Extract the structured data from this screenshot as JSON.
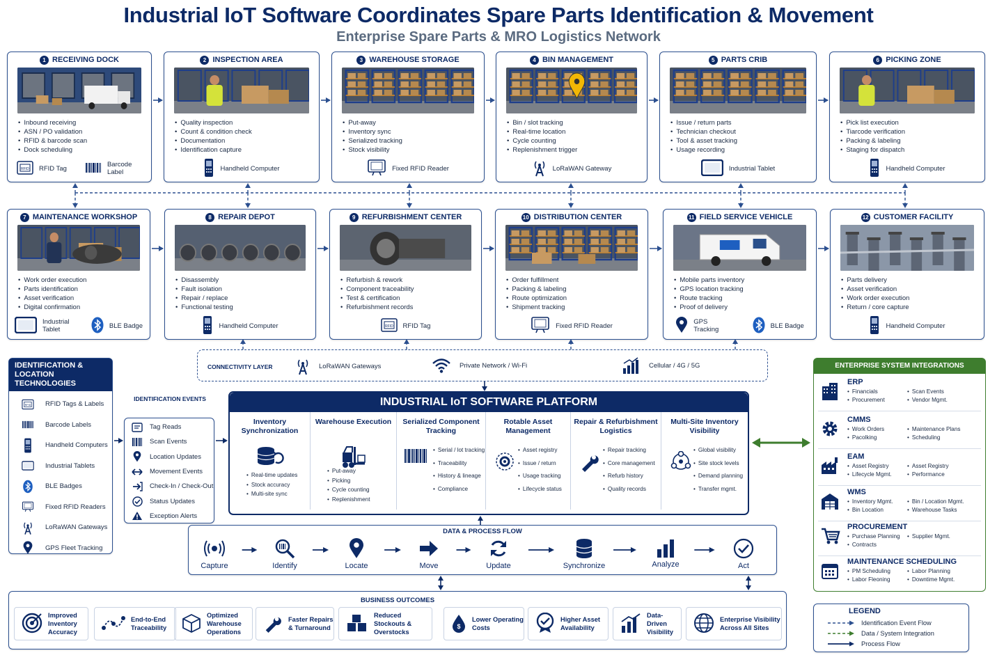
{
  "title": "Industrial IoT Software Coordinates Spare Parts Identification & Movement",
  "subtitle": "Enterprise Spare Parts & MRO Logistics Network",
  "stages_row1": [
    {
      "num": "1",
      "name": "RECEIVING DOCK",
      "bullets": [
        "Inbound receiving",
        "ASN / PO validation",
        "RFID & barcode scan",
        "Dock scheduling"
      ],
      "devices": [
        {
          "icon": "rfid-tag-icon",
          "label": "RFID Tag"
        },
        {
          "icon": "barcode-icon",
          "label": "Barcode Label"
        }
      ]
    },
    {
      "num": "2",
      "name": "INSPECTION AREA",
      "bullets": [
        "Quality inspection",
        "Count & condition check",
        "Documentation",
        "Identification capture"
      ],
      "devices": [
        {
          "icon": "handheld-computer-icon",
          "label": "Handheld Computer"
        }
      ]
    },
    {
      "num": "3",
      "name": "WAREHOUSE STORAGE",
      "bullets": [
        "Put-away",
        "Inventory sync",
        "Serialized tracking",
        "Stock visibility"
      ],
      "devices": [
        {
          "icon": "fixed-rfid-reader-icon",
          "label": "Fixed RFID Reader"
        }
      ]
    },
    {
      "num": "4",
      "name": "BIN MANAGEMENT",
      "bullets": [
        "Bin / slot tracking",
        "Real-time location",
        "Cycle counting",
        "Replenishment trigger"
      ],
      "devices": [
        {
          "icon": "lorawan-gateway-icon",
          "label": "LoRaWAN Gateway"
        }
      ]
    },
    {
      "num": "5",
      "name": "PARTS CRIB",
      "bullets": [
        "Issue / return parts",
        "Technician checkout",
        "Tool & asset tracking",
        "Usage recording"
      ],
      "devices": [
        {
          "icon": "industrial-tablet-icon",
          "label": "Industrial Tablet"
        }
      ]
    },
    {
      "num": "6",
      "name": "PICKING ZONE",
      "bullets": [
        "Pick list execution",
        "Tiarcode verification",
        "Packing & labeling",
        "Staging for dispatch"
      ],
      "devices": [
        {
          "icon": "handheld-computer-icon",
          "label": "Handheld Computer"
        }
      ]
    }
  ],
  "stages_row2": [
    {
      "num": "7",
      "name": "MAINTENANCE WORKSHOP",
      "bullets": [
        "Work order execution",
        "Parts identification",
        "Asset verification",
        "Digital confirmation"
      ],
      "devices": [
        {
          "icon": "industrial-tablet-icon",
          "label": "Industrial Tablet"
        },
        {
          "icon": "bluetooth-icon",
          "label": "BLE Badge"
        }
      ]
    },
    {
      "num": "8",
      "name": "REPAIR DEPOT",
      "bullets": [
        "Disassembly",
        "Fault isolation",
        "Repair / replace",
        "Functional testing"
      ],
      "devices": [
        {
          "icon": "handheld-computer-icon",
          "label": "Handheld Computer"
        }
      ]
    },
    {
      "num": "9",
      "name": "REFURBISHMENT CENTER",
      "bullets": [
        "Refurbish & rework",
        "Component traceability",
        "Test & certification",
        "Refurbishment records"
      ],
      "devices": [
        {
          "icon": "rfid-tag-icon",
          "label": "RFID Tag"
        }
      ]
    },
    {
      "num": "10",
      "name": "DISTRIBUTION CENTER",
      "bullets": [
        "Order fulfillment",
        "Packing & labeling",
        "Route optimization",
        "Shipment tracking"
      ],
      "devices": [
        {
          "icon": "fixed-rfid-reader-icon",
          "label": "Fixed RFID Reader"
        }
      ]
    },
    {
      "num": "11",
      "name": "FIELD SERVICE VEHICLE",
      "bullets": [
        "Mobile parts inventory",
        "GPS location tracking",
        "Route tracking",
        "Proof of delivery"
      ],
      "devices": [
        {
          "icon": "gps-pin-icon",
          "label": "GPS Tracking"
        },
        {
          "icon": "bluetooth-icon",
          "label": "BLE Badge"
        }
      ]
    },
    {
      "num": "12",
      "name": "CUSTOMER FACILITY",
      "bullets": [
        "Parts delivery",
        "Asset verification",
        "Work order execution",
        "Return / core capture"
      ],
      "devices": [
        {
          "icon": "handheld-computer-icon",
          "label": "Handheld Computer"
        }
      ]
    }
  ],
  "tech_panel": {
    "title": "IDENTIFICATION & LOCATION TECHNOLOGIES",
    "items": [
      "RFID Tags & Labels",
      "Barcode Labels",
      "Handheld Computers",
      "Industrial Tablets",
      "BLE Badges",
      "Fixed RFID Readers",
      "LoRaWAN Gateways",
      "GPS Fleet Tracking"
    ]
  },
  "events_panel": {
    "title": "IDENTIFICATION EVENTS",
    "items": [
      "Tag Reads",
      "Scan Events",
      "Location Updates",
      "Movement Events",
      "Check-In / Check-Out",
      "Status Updates",
      "Exception Alerts"
    ]
  },
  "connectivity": {
    "label": "CONNECTIVITY LAYER",
    "items": [
      "LoRaWAN Gateways",
      "Private Network / Wi-Fi",
      "Cellular / 4G / 5G"
    ]
  },
  "platform": {
    "title": "INDUSTRIAL IoT SOFTWARE PLATFORM",
    "modules": [
      {
        "title": "Inventory Synchronization",
        "items": [
          "Real-time updates",
          "Stock accuracy",
          "Multi-site sync"
        ]
      },
      {
        "title": "Warehouse Execution",
        "items": [
          "Put-away",
          "Picking",
          "Cycle counting",
          "Replenishment"
        ]
      },
      {
        "title": "Serialized Component Tracking",
        "items": [
          "Serial / lot tracking",
          "Traceability",
          "History & lineage",
          "Compliance"
        ]
      },
      {
        "title": "Rotable Asset Management",
        "items": [
          "Asset registry",
          "Issue / return",
          "Usage tracking",
          "Lifecycle status"
        ]
      },
      {
        "title": "Repair & Refurbishment Logistics",
        "items": [
          "Repair tracking",
          "Core management",
          "Refurb history",
          "Quality records"
        ]
      },
      {
        "title": "Multi-Site Inventory Visibility",
        "items": [
          "Global visibility",
          "Site stock levels",
          "Demand planning",
          "Transfer mgmt."
        ]
      }
    ]
  },
  "flow": {
    "title": "DATA & PROCESS FLOW",
    "steps": [
      "Capture",
      "Identify",
      "Locate",
      "Move",
      "Update",
      "Synchronize",
      "Analyze",
      "Act"
    ]
  },
  "outcomes": {
    "title": "BUSINESS OUTCOMES",
    "items": [
      "Improved Inventory Accuracy",
      "End-to-End Traceability",
      "Optimized Warehouse Operations",
      "Faster Repairs & Turnaround",
      "Reduced Stockouts & Overstocks",
      "Lower Operating Costs",
      "Higher Asset Availability",
      "Data-Driven Visibility",
      "Enterprise Visibility Across All Sites"
    ]
  },
  "enterprise": {
    "title": "ENTERPRISE SYSTEM INTEGRATIONS",
    "systems": [
      {
        "name": "ERP",
        "col1": [
          "Financials",
          "Procurement"
        ],
        "col2": [
          "Scan Events",
          "Vendor Mgmt."
        ]
      },
      {
        "name": "CMMS",
        "col1": [
          "Work Orders",
          "Pacolking"
        ],
        "col2": [
          "Maintenance Plans",
          "Scheduling"
        ]
      },
      {
        "name": "EAM",
        "col1": [
          "Asset Registry",
          "Lifecycle Mgmt."
        ],
        "col2": [
          "Asset Registry",
          "Performance"
        ]
      },
      {
        "name": "WMS",
        "col1": [
          "Inventory Mgmt.",
          "Bin Location"
        ],
        "col2": [
          "Bin / Location Mgmt.",
          "Warehouse Tasks"
        ]
      },
      {
        "name": "PROCUREMENT",
        "col1": [
          "Purchase Planning",
          "Contracts"
        ],
        "col2": [
          "Supplier Mgmt."
        ]
      },
      {
        "name": "MAINTENANCE SCHEDULING",
        "col1": [
          "PM Scheduling",
          "Labor Fleoning"
        ],
        "col2": [
          "Labor Planning",
          "Downtime Mgmt."
        ]
      }
    ]
  },
  "legend": {
    "title": "LEGEND",
    "items": [
      "Identification Event Flow",
      "Data / System Integration",
      "Process Flow"
    ]
  },
  "colors": {
    "navy": "#0d2a66",
    "green": "#3e7d2e",
    "border": "#2b4f8f"
  }
}
